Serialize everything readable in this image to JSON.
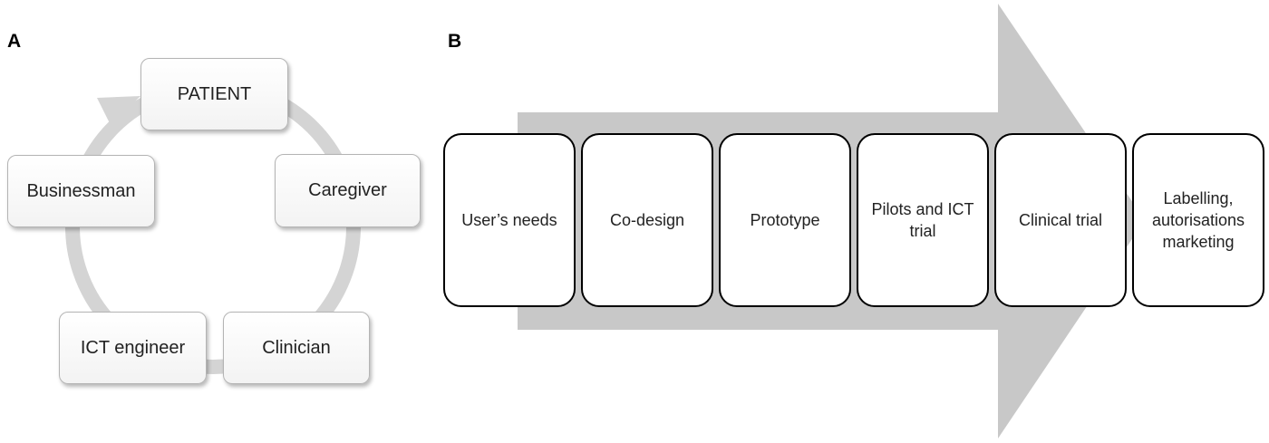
{
  "panel_a": {
    "label": "A",
    "nodes": {
      "patient": "PATIENT",
      "caregiver": "Caregiver",
      "clinician": "Clinician",
      "ict_engineer": "ICT engineer",
      "businessman": "Businessman"
    }
  },
  "panel_b": {
    "label": "B",
    "stages": [
      "User’s needs",
      "Co-design",
      "Prototype",
      "Pilots and ICT trial",
      "Clinical trial",
      "Labelling, autorisations marketing"
    ]
  },
  "colors": {
    "arrow_fill": "#c8c8c8",
    "cycle_ring": "#d4d4d4"
  }
}
